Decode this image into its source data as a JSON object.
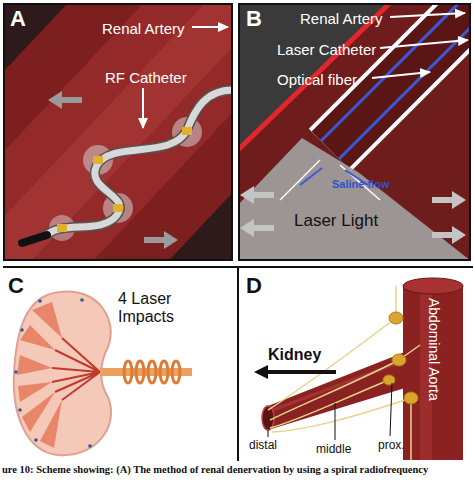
{
  "diagram": {
    "caption": "ure 10: Scheme showing: (A) The method of renal denervation by using a spiral radiofrequency",
    "nodes": [
      {
        "text": [
          "A",
          "Renal Artery",
          "RF Catheter"
        ]
      },
      {
        "text": [
          "B",
          "Renal Artery",
          "Laser Catheter",
          "Optical fiber",
          "Saline flow",
          "Laser Light"
        ]
      },
      {
        "text": [
          "C",
          "4 Laser Impacts"
        ]
      },
      {
        "text": [
          "D",
          "Kidney",
          "Abdominal Aorta",
          "distal",
          "middle",
          "prox."
        ]
      }
    ]
  }
}
